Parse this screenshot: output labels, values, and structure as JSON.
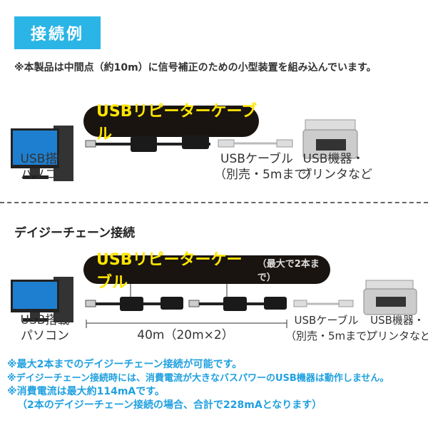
{
  "section1": {
    "title": "接続例",
    "note": "※本製品は中間点（約10m）に信号補正のための小型装置を組み込んでいます。",
    "pill": "USBリピーターケーブル",
    "pc_label": [
      "USB搭載",
      "パソコン"
    ],
    "cable_label": [
      "USBケーブル",
      "（別売・5mまで）"
    ],
    "device_label": [
      "USB機器・",
      "プリンタなど"
    ]
  },
  "section2": {
    "title": "デイジーチェーン接続",
    "pill": "USBリピーターケーブル",
    "pill_sub": "（最大で2本まで）",
    "pc_label": [
      "USB搭載",
      "パソコン"
    ],
    "length": "40m（20m×2）",
    "cable_label": [
      "USBケーブル",
      "（別売・5mまで）"
    ],
    "device_label": [
      "USB機器・",
      "プリンタなど"
    ]
  },
  "notes": [
    "※最大2本までのデイジーチェーン接続が可能です。",
    "※デイジーチェーン接続時には、消費電流が大きなバスパワーのUSB機器は動作しません。",
    "※消費電流は最大約114mAです。",
    "（2本のデイジーチェーン接続の場合、合計で228mAとなります）"
  ],
  "colors": {
    "accent": "#2bb5e6",
    "pill_text": "#ffe600",
    "note_blue": "#1fa0e0"
  }
}
